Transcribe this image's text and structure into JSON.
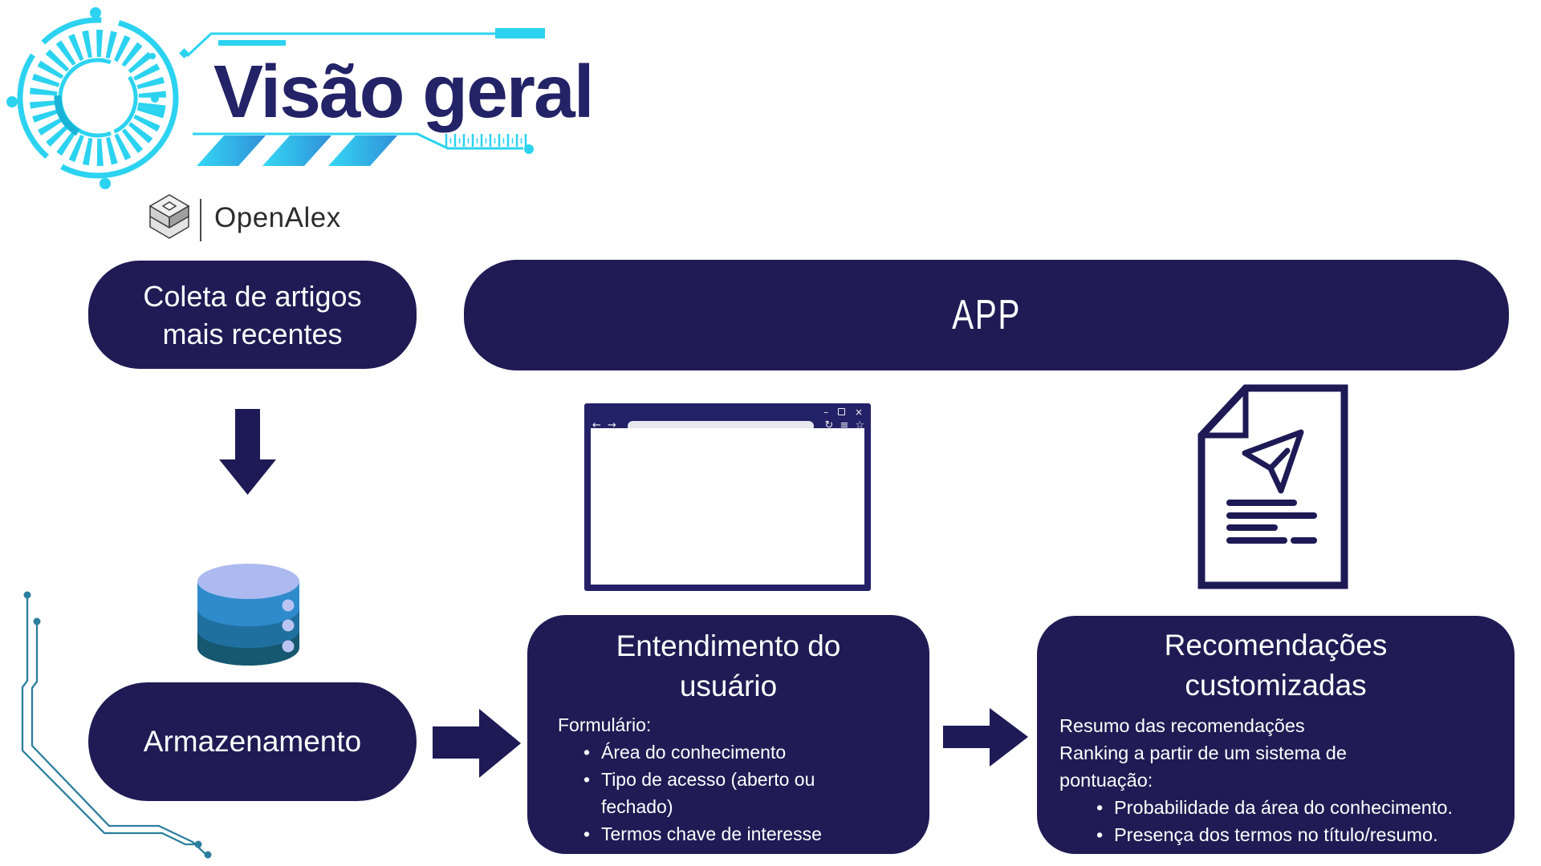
{
  "slide": {
    "title": "Visão geral"
  },
  "logo": {
    "text": "OpenAlex"
  },
  "flow": {
    "coleta": {
      "label": "Coleta de artigos mais recentes",
      "lines": [
        "Coleta de artigos",
        "mais recentes"
      ]
    },
    "app": {
      "label": "APP"
    },
    "armazenamento": {
      "label": "Armazenamento"
    },
    "entendimento": {
      "title": "Entendimento do usuário",
      "title_lines": [
        "Entendimento do",
        "usuário"
      ],
      "intro": "Formulário:",
      "bullets": [
        "Área do conhecimento",
        "Tipo de acesso (aberto ou fechado)",
        "Termos chave de interesse"
      ]
    },
    "recomendacoes": {
      "title": "Recomendações customizadas",
      "title_lines": [
        "Recomendações",
        "customizadas"
      ],
      "lines": [
        "Resumo das recomendações",
        "Ranking a partir de um sistema de",
        "pontuação:"
      ],
      "bullets": [
        "Probabilidade da área do conhecimento.",
        "Presença dos termos no título/resumo."
      ]
    }
  },
  "browser": {
    "minimize": "–",
    "close": "×",
    "back": "←",
    "forward": "→",
    "reload": "↻",
    "menu": "≡",
    "bookmark": "☆"
  },
  "icons": {
    "logo": "openalex-logo-icon",
    "storage": "database-icon",
    "output": "document-icon / paper-plane-icon",
    "connectors": [
      "down-arrow-icon",
      "right-arrow-icon"
    ]
  },
  "colors": {
    "navy_box": "#201b54",
    "title_navy": "#232368",
    "cyan_accent": "#2cd3f0",
    "circuit_teal": "#2b7e9d",
    "db_top": "#adbaf0",
    "db_band1": "#2f8bcb",
    "db_band2": "#20709f",
    "db_band3": "#15586f",
    "address_bar": "#e8e8ef"
  }
}
